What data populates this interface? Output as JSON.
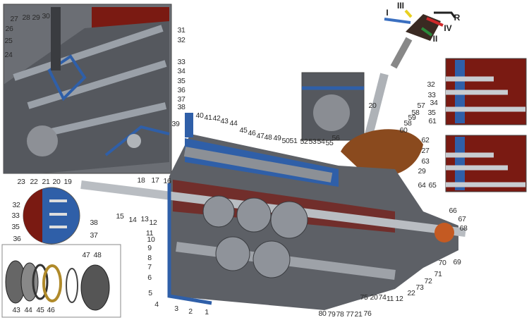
{
  "callouts": [
    "27",
    "28",
    "29",
    "30",
    "26",
    "25",
    "24",
    "31",
    "32",
    "33",
    "34",
    "35",
    "36",
    "37",
    "38",
    "39",
    "23",
    "22",
    "21",
    "20",
    "19",
    "18",
    "17",
    "16",
    "40",
    "41",
    "42",
    "43",
    "44",
    "45",
    "46",
    "47",
    "48",
    "49",
    "50",
    "51",
    "52",
    "53",
    "54",
    "55",
    "56",
    "15",
    "14",
    "13",
    "12",
    "11",
    "10",
    "9",
    "8",
    "7",
    "6",
    "5",
    "4",
    "3",
    "2",
    "1",
    "80",
    "79",
    "78",
    "77",
    "21",
    "76",
    "75",
    "20",
    "74",
    "11",
    "12",
    "22",
    "73",
    "72",
    "71",
    "70",
    "69",
    "66",
    "67",
    "68",
    "57",
    "58",
    "59",
    "58",
    "60",
    "62",
    "27",
    "63",
    "29",
    "64",
    "65",
    "20",
    "32",
    "33",
    "34",
    "35",
    "61",
    "32",
    "33",
    "35",
    "36",
    "38",
    "37",
    "47",
    "48",
    "43",
    "44",
    "45",
    "46"
  ],
  "gear_positions": {
    "first": "I",
    "second": "II",
    "third": "III",
    "fourth": "IV",
    "reverse": "R"
  },
  "colors": {
    "housing": "#5a5d63",
    "section": "#2f5fa8",
    "background": "#ffffff",
    "interior": "#8a1c12",
    "boot": "#8a4a1e"
  }
}
